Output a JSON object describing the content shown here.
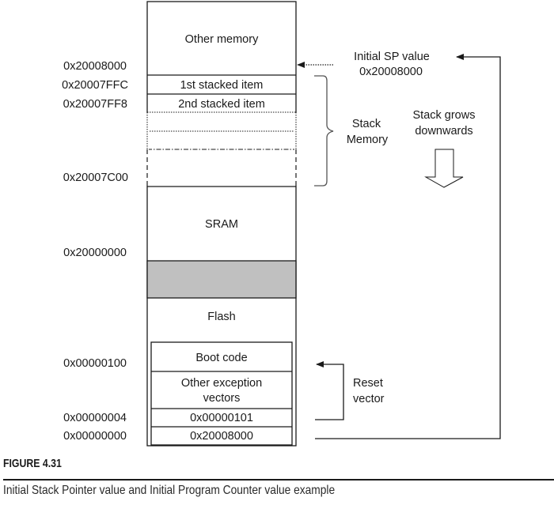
{
  "figure": {
    "title": "FIGURE 4.31",
    "caption": "Initial Stack Pointer value and Initial Program Counter value example"
  },
  "memory_map": {
    "regions": {
      "other_memory": "Other memory",
      "first_stacked": "1st stacked item",
      "second_stacked": "2nd stacked item",
      "sram": "SRAM",
      "flash": "Flash",
      "boot_code": "Boot code",
      "other_vectors_line1": "Other exception",
      "other_vectors_line2": "vectors",
      "reset_vector_value": "0x00000101",
      "initial_sp_value": "0x20008000"
    },
    "addresses": {
      "a_20008000": "0x20008000",
      "a_20007FFC": "0x20007FFC",
      "a_20007FF8": "0x20007FF8",
      "a_20007C00": "0x20007C00",
      "a_20000000": "0x20000000",
      "a_00000100": "0x00000100",
      "a_00000004": "0x00000004",
      "a_00000000": "0x00000000"
    }
  },
  "annotations": {
    "initial_sp_line1": "Initial SP value",
    "initial_sp_line2": "0x20008000",
    "stack_memory_line1": "Stack",
    "stack_memory_line2": "Memory",
    "stack_grows_line1": "Stack grows",
    "stack_grows_line2": "downwards",
    "reset_vector_line1": "Reset",
    "reset_vector_line2": "vector"
  },
  "colors": {
    "line": "#1a1a1a",
    "reserved_fill": "#c0c0c0",
    "brace": "#555555"
  }
}
